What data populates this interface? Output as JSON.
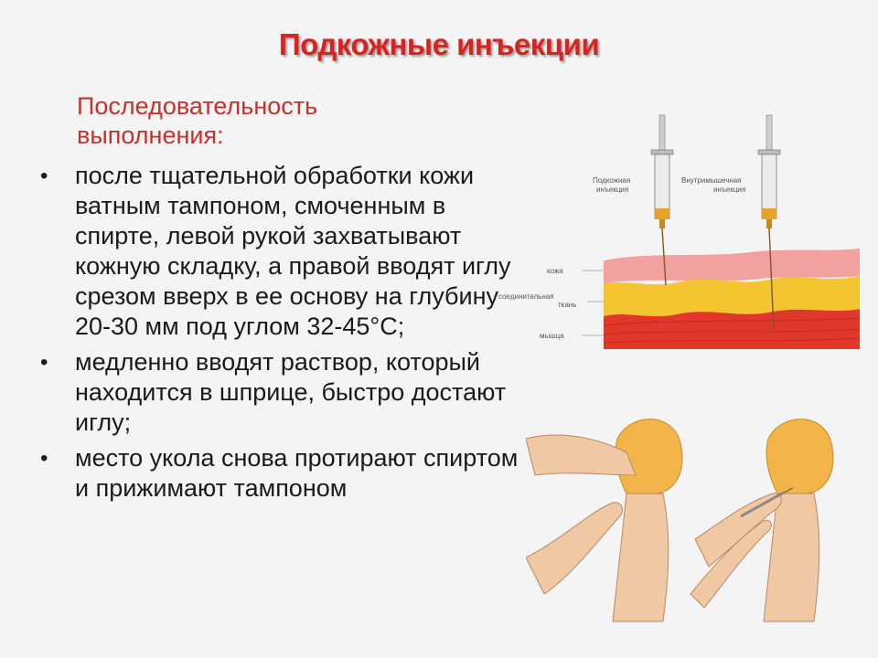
{
  "slide": {
    "title": "Подкожные инъекции",
    "subtitle_line1": "Последовательность",
    "subtitle_line2": "выполнения:",
    "bullets": [
      "после тщательной обработки кожи ватным тампоном, смоченным в спирте, левой рукой захватывают кожную складку, а правой вводят иглу срезом вверх в ее основу на глубину 20-30 мм под углом 32-45°С;",
      "медленно вводят раствор, который находится в шприце, быстро достают иглу;",
      "место укола снова протирают спиртом и прижимают тампоном"
    ]
  },
  "diagram": {
    "syringe_left_label_1": "Подкожная",
    "syringe_left_label_2": "инъекция",
    "syringe_right_label_1": "Внутримышечная",
    "syringe_right_label_2": "инъекция",
    "layer_skin": "кожа",
    "layer_tissue_1": "соединительная",
    "layer_tissue_2": "ткань",
    "layer_muscle": "мышца"
  },
  "colors": {
    "title": "#d92320",
    "subtitle": "#c8302c",
    "skin_layer": "#f2a0a0",
    "fat_layer": "#f4c431",
    "muscle_layer": "#e0382b"
  }
}
